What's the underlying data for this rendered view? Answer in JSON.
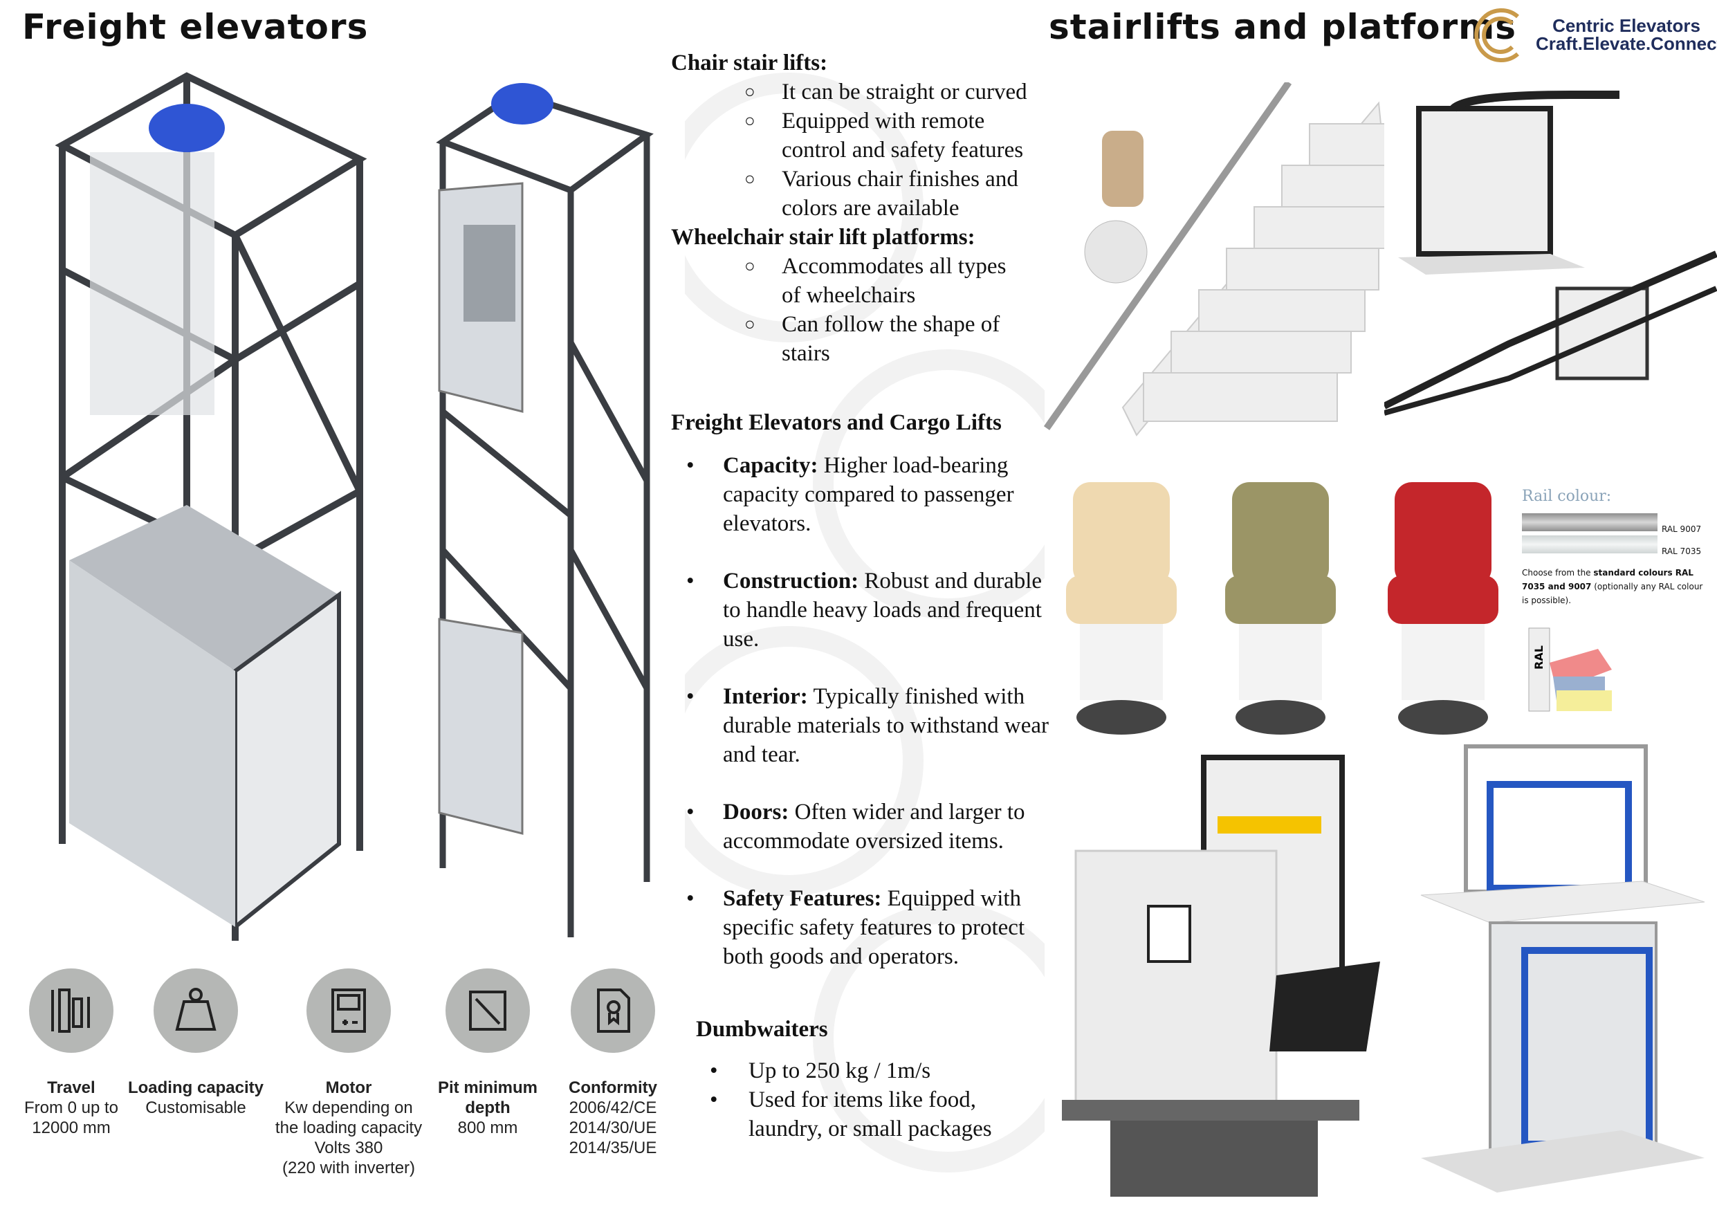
{
  "left": {
    "title": "Freight elevators",
    "specs": [
      {
        "icon": "travel-icon",
        "title": "Travel",
        "lines": [
          "From 0 up to",
          "12000 mm"
        ]
      },
      {
        "icon": "weight-icon",
        "title": "Loading capacity",
        "lines": [
          "Customisable"
        ]
      },
      {
        "icon": "motor-meter-icon",
        "title": "Motor",
        "lines": [
          "Kw depending on",
          "the loading capacity",
          "Volts 380",
          "(220 with inverter)"
        ]
      },
      {
        "icon": "pit-dimension-icon",
        "title": "Pit minimum depth",
        "lines": [
          "800 mm"
        ]
      },
      {
        "icon": "certificate-icon",
        "title": "Conformity",
        "lines": [
          "2006/42/CE",
          "2014/30/UE",
          "2014/35/UE"
        ]
      }
    ]
  },
  "middle": {
    "chair_title": "Chair stair lifts:",
    "chair_items": [
      "It can be straight or curved",
      "Equipped with remote control and safety features",
      "Various chair finishes and colors are available"
    ],
    "wheel_title": "Wheelchair stair lift platforms:",
    "wheel_items": [
      "Accommodates all types of wheelchairs",
      "Can follow the shape of stairs"
    ],
    "freight_title": "Freight Elevators and Cargo Lifts",
    "freight_items": [
      {
        "label": "Capacity:",
        "text": " Higher load-bearing capacity compared to passenger elevators."
      },
      {
        "label": "Construction:",
        "text": " Robust and durable to handle heavy loads and frequent use."
      },
      {
        "label": "Interior:",
        "text": " Typically finished with durable materials to withstand wear and tear."
      },
      {
        "label": "Doors:",
        "text": " Often wider and larger to accommodate oversized items."
      },
      {
        "label": "Safety Features:",
        "text": " Equipped with specific safety features to protect both goods and operators."
      }
    ],
    "dumb_title": "Dumbwaiters",
    "dumb_items": [
      "Up to 250 kg / 1m/s",
      "Used for items like food, laundry, or small packages"
    ]
  },
  "right": {
    "title": "stairlifts and platforms",
    "logo": {
      "name": "Centric Elevators",
      "tagline": "Craft.Elevate.Connect",
      "brand_color": "#1f2d5c",
      "ring_color": "#c99a4a"
    },
    "rail": {
      "title": "Rail colour:",
      "options": [
        "RAL 9007",
        "RAL 7035"
      ],
      "note_pre": "Choose from the ",
      "note_bold": "standard colours RAL 7035 and 9007",
      "note_post": " (optionally any RAL colour is possible).",
      "fan_label": "RAL"
    },
    "chair_colors": [
      "#efd9b0",
      "#9b9566",
      "#c4262b"
    ]
  }
}
